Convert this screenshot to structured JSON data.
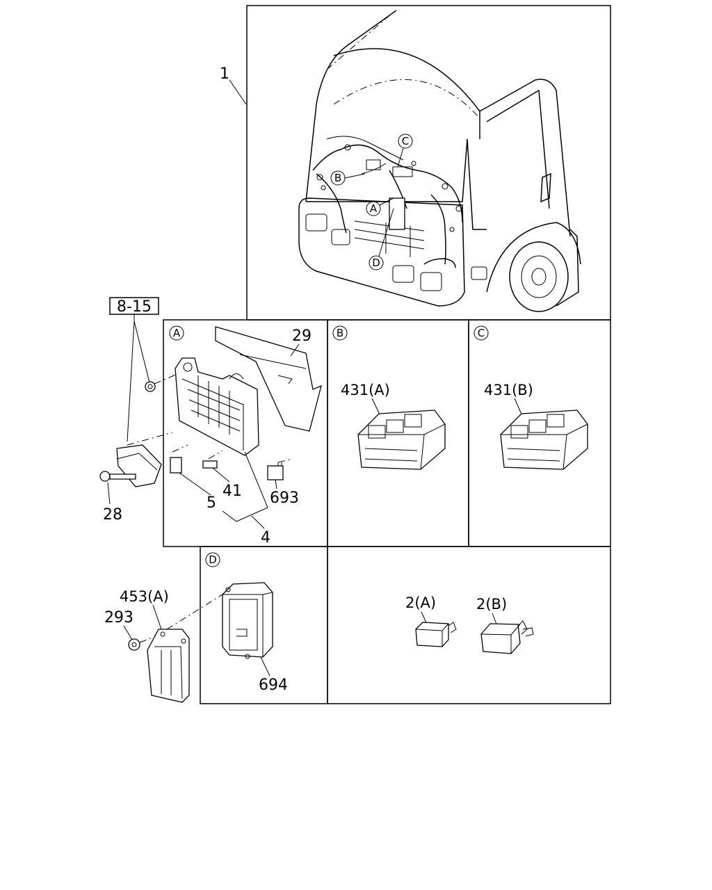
{
  "labels": {
    "harness": "1",
    "ref_box": "8-15",
    "fuse_box_cover": "29",
    "bolt": "28",
    "fuse_a": "5",
    "fuse_b": "41",
    "relay_693": "693",
    "fuse_set": "4",
    "connector_431a": "431(A)",
    "connector_431b": "431(B)",
    "bracket_453a": "453(A)",
    "nut_293": "293",
    "module_694": "694",
    "relay_2a": "2(A)",
    "relay_2b": "2(B)"
  },
  "callouts": {
    "A": "A",
    "B": "B",
    "C": "C",
    "D": "D"
  }
}
